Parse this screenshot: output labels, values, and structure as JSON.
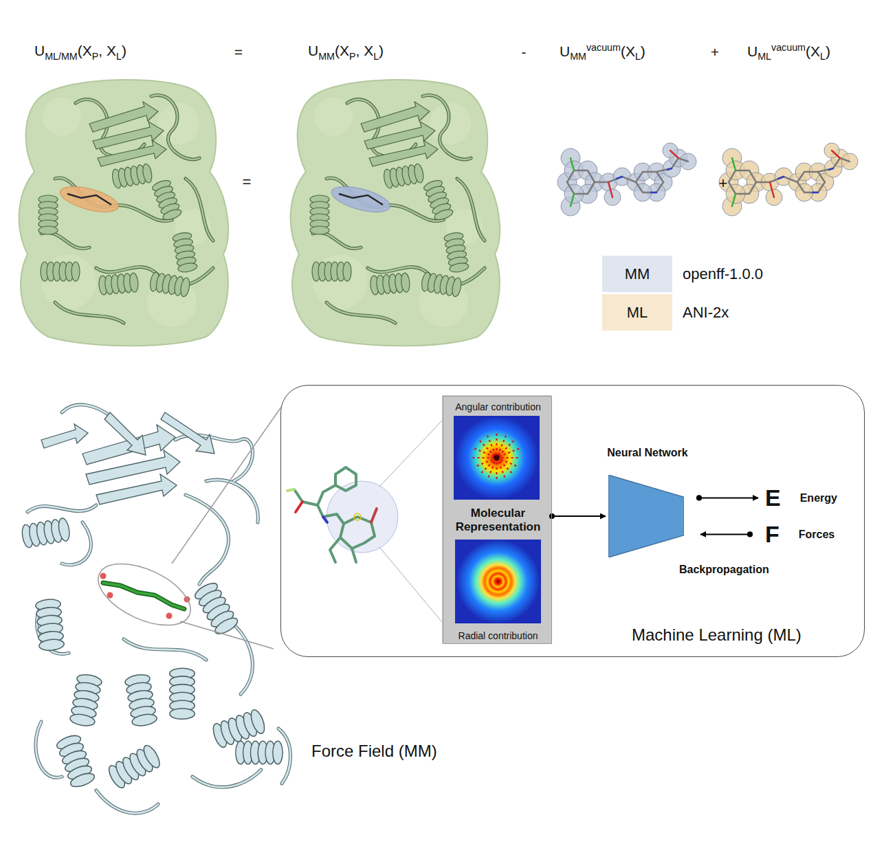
{
  "diagram": {
    "nodes": [
      {
        "text": [
          "Machine Learning (ML)"
        ]
      },
      {
        "text": [
          "Angular contribution",
          "Molecular Representation",
          "Radial contribution"
        ],
        "in": 0
      },
      {
        "text": [
          "Neural Network"
        ],
        "in": 0
      },
      {
        "text": [
          "E",
          "Energy"
        ],
        "in": 0
      },
      {
        "text": [
          "F",
          "Forces"
        ],
        "in": 0
      }
    ],
    "edges": [
      {
        "from": 1,
        "to": 2,
        "arrow": "to"
      },
      {
        "from": 2,
        "to": 3,
        "arrow": "to"
      },
      {
        "from": 4,
        "to": 2,
        "arrow": "to"
      }
    ],
    "labels": [
      "UML/MM(XP, XL)",
      "=",
      "UMM(XP, XL)",
      "-",
      "UMMvacuum(XL)",
      "+",
      "UMLvacuum(XL)",
      "=",
      "+",
      "MM",
      "ML",
      "Backpropagation",
      "Force Field (MM)"
    ],
    "legend": [
      {
        "text": "openff-1.0.0",
        "color": "#e0e5ef"
      },
      {
        "text": "ANI-2x",
        "color": "#f7e8d0"
      }
    ]
  }
}
